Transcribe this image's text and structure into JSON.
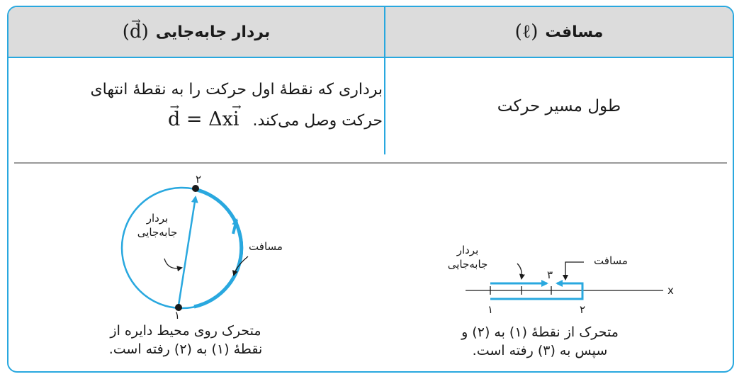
{
  "table": {
    "header_left": "بردار جابه‌جایی",
    "header_left_symbol": "(d)",
    "header_left_symbol_hat": "→",
    "header_right": "مسافت",
    "header_right_symbol": "(ℓ)",
    "left_desc_line1": "برداری که نقطهٔ اول حرکت را به نقطهٔ انتهای",
    "left_desc_line2": "حرکت وصل می‌کند.",
    "formula_d": "d",
    "formula_mid": " = Δx",
    "formula_i": "i",
    "formula_hat": "→",
    "right_desc": "طول مسیر حرکت"
  },
  "circle_figure": {
    "point_top": "۲",
    "point_bottom": "۱",
    "vector_label_1": "بردار",
    "vector_label_2": "جابه‌جایی",
    "distance_label": "مسافت",
    "caption_1": "متحرک روی محیط دایره از",
    "caption_2": "نقطهٔ (۱) به (۲) رفته است."
  },
  "line_figure": {
    "axis_label": "x",
    "point_1": "۱",
    "point_2": "۲",
    "point_3": "۳",
    "vector_label_1": "بردار",
    "vector_label_2": "جابه‌جایی",
    "distance_label": "مسافت",
    "caption_1": "متحرک از نقطهٔ (۱) به (۲) و",
    "caption_2": "سپس به (۳) رفته است."
  },
  "colors": {
    "accent": "#29a8df",
    "header_bg": "#dcdcdc",
    "point": "#1a1a1a"
  }
}
